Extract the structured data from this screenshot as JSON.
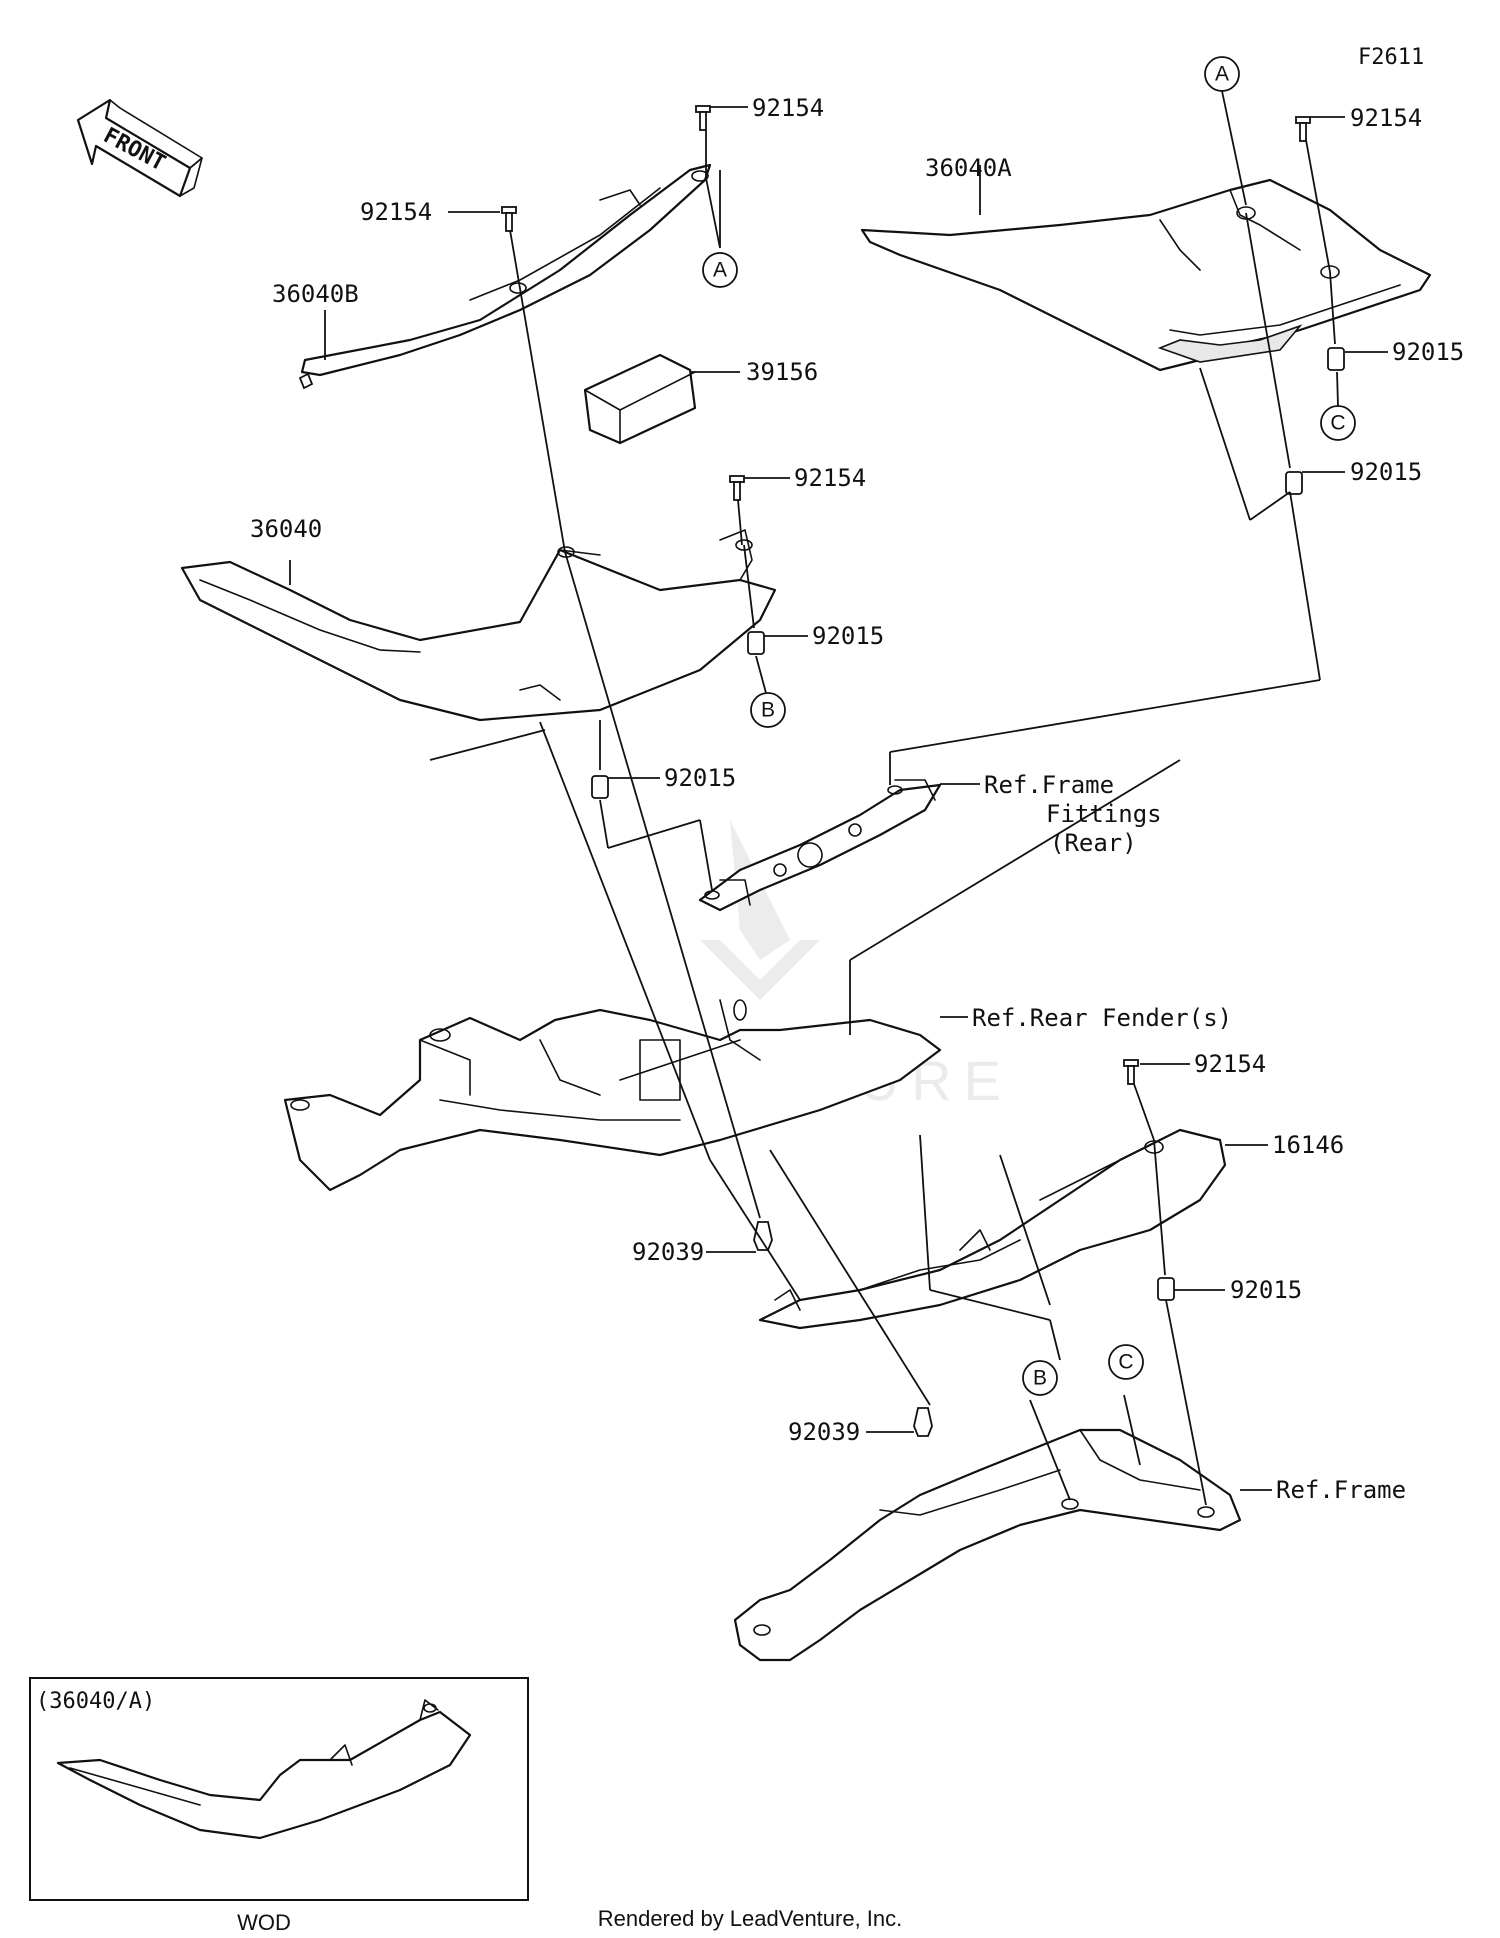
{
  "figure_code": "F2611",
  "front_label": "FRONT",
  "parts": [
    {
      "key": "p92154_a",
      "text": "92154"
    },
    {
      "key": "p92154_b",
      "text": "92154"
    },
    {
      "key": "p36040B",
      "text": "36040B"
    },
    {
      "key": "p39156",
      "text": "39156"
    },
    {
      "key": "p36040A",
      "text": "36040A"
    },
    {
      "key": "p92154_c",
      "text": "92154"
    },
    {
      "key": "p92015_a",
      "text": "92015"
    },
    {
      "key": "p92015_b",
      "text": "92015"
    },
    {
      "key": "p92154_d",
      "text": "92154"
    },
    {
      "key": "p36040",
      "text": "36040"
    },
    {
      "key": "p92015_c",
      "text": "92015"
    },
    {
      "key": "p92015_d",
      "text": "92015"
    },
    {
      "key": "p92154_e",
      "text": "92154"
    },
    {
      "key": "p16146",
      "text": "16146"
    },
    {
      "key": "p92039_a",
      "text": "92039"
    },
    {
      "key": "p92015_e",
      "text": "92015"
    },
    {
      "key": "p92039_b",
      "text": "92039"
    }
  ],
  "references": {
    "frame_fittings_line1": "Ref.Frame",
    "frame_fittings_line2": "Fittings",
    "frame_fittings_line3": "(Rear)",
    "rear_fender": "Ref.Rear Fender(s)",
    "frame": "Ref.Frame"
  },
  "callouts": {
    "A": "A",
    "B": "B",
    "C": "C"
  },
  "inset": {
    "title": "(36040/A)",
    "caption": "WOD"
  },
  "watermark": "LEADVENTURE",
  "footer": "Rendered by LeadVenture, Inc."
}
